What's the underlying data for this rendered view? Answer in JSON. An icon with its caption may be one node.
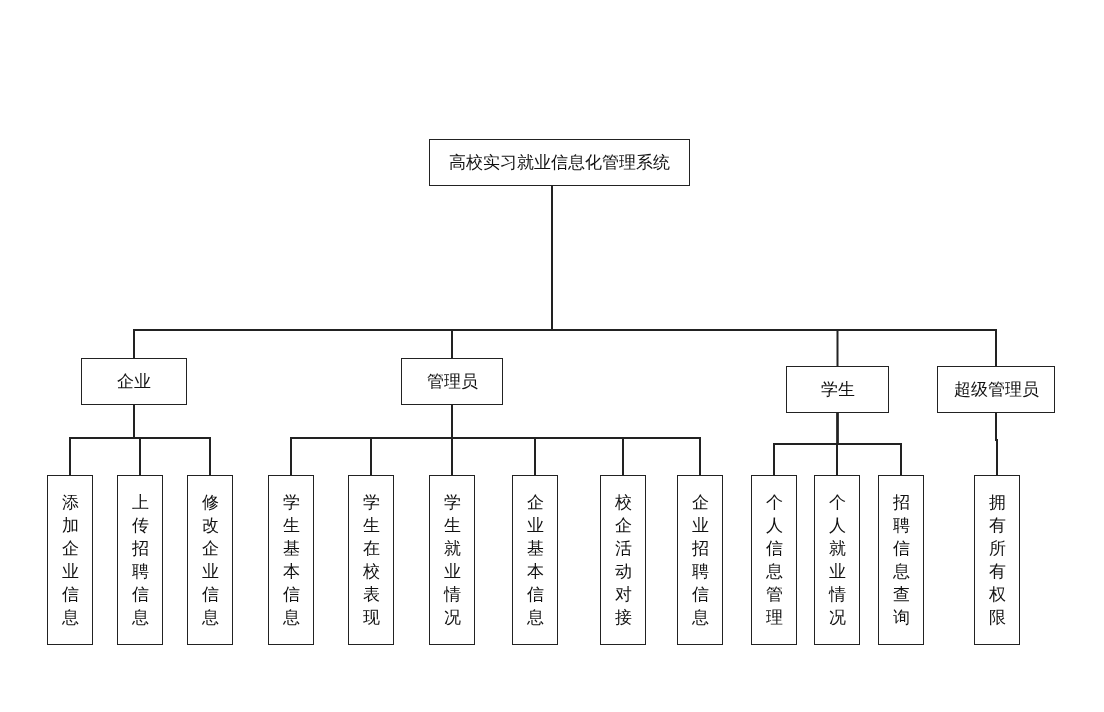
{
  "diagram": {
    "nodes": [
      {
        "text": [
          "高校实习就业信息化管理系统"
        ]
      },
      {
        "text": [
          "企业"
        ]
      },
      {
        "text": [
          "管理员"
        ]
      },
      {
        "text": [
          "学生"
        ]
      },
      {
        "text": [
          "超级管理员"
        ]
      },
      {
        "text": [
          "添加企业信息"
        ]
      },
      {
        "text": [
          "上传招聘信息"
        ]
      },
      {
        "text": [
          "修改企业信息"
        ]
      },
      {
        "text": [
          "学生基本信息"
        ]
      },
      {
        "text": [
          "学生在校表现"
        ]
      },
      {
        "text": [
          "学生就业情况"
        ]
      },
      {
        "text": [
          "企业基本信息"
        ]
      },
      {
        "text": [
          "校企活动对接"
        ]
      },
      {
        "text": [
          "企业招聘信息"
        ]
      },
      {
        "text": [
          "个人信息管理"
        ]
      },
      {
        "text": [
          "个人就业情况"
        ]
      },
      {
        "text": [
          "招聘信息查询"
        ]
      },
      {
        "text": [
          "拥有所有权限"
        ]
      }
    ],
    "edges": [
      {
        "from": 0,
        "to": 1,
        "arrow": "none"
      },
      {
        "from": 0,
        "to": 2,
        "arrow": "none"
      },
      {
        "from": 0,
        "to": 3,
        "arrow": "none"
      },
      {
        "from": 0,
        "to": 4,
        "arrow": "none"
      },
      {
        "from": 1,
        "to": 5,
        "arrow": "none"
      },
      {
        "from": 1,
        "to": 6,
        "arrow": "none"
      },
      {
        "from": 1,
        "to": 7,
        "arrow": "none"
      },
      {
        "from": 2,
        "to": 8,
        "arrow": "none"
      },
      {
        "from": 2,
        "to": 9,
        "arrow": "none"
      },
      {
        "from": 2,
        "to": 10,
        "arrow": "none"
      },
      {
        "from": 2,
        "to": 11,
        "arrow": "none"
      },
      {
        "from": 2,
        "to": 12,
        "arrow": "none"
      },
      {
        "from": 2,
        "to": 13,
        "arrow": "none"
      },
      {
        "from": 3,
        "to": 14,
        "arrow": "none"
      },
      {
        "from": 3,
        "to": 15,
        "arrow": "none"
      },
      {
        "from": 3,
        "to": 16,
        "arrow": "none"
      },
      {
        "from": 4,
        "to": 17,
        "arrow": "none"
      }
    ]
  }
}
